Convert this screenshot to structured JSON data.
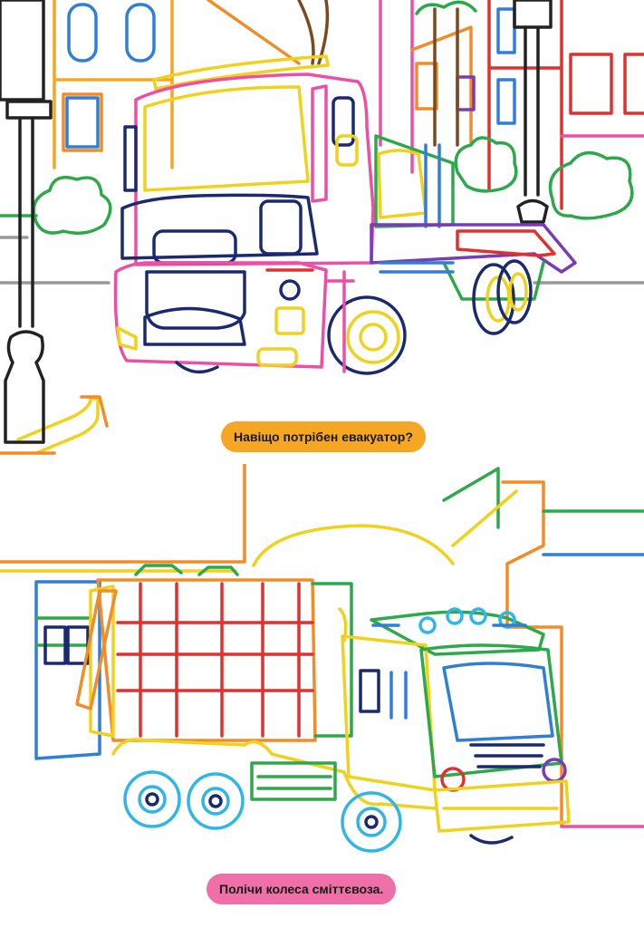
{
  "page": {
    "top_scene": {
      "subject": "tow-truck",
      "caption": "Навіщо потрібен евакуатор?",
      "caption_color": "#f5a623"
    },
    "bottom_scene": {
      "subject": "garbage-truck",
      "caption": "Полічи колеса сміттєвоза.",
      "caption_color": "#ef6fa8"
    }
  },
  "palette": {
    "pink": "#ee4fa6",
    "yellow": "#f0d21c",
    "navy": "#1b2a6e",
    "purple": "#7a3bb8",
    "green": "#2da84a",
    "orange": "#f28c28",
    "red": "#e0312f",
    "cyan": "#2fb6e8",
    "brown": "#7a4a1e",
    "blue": "#2f7fd6",
    "black": "#222222"
  }
}
